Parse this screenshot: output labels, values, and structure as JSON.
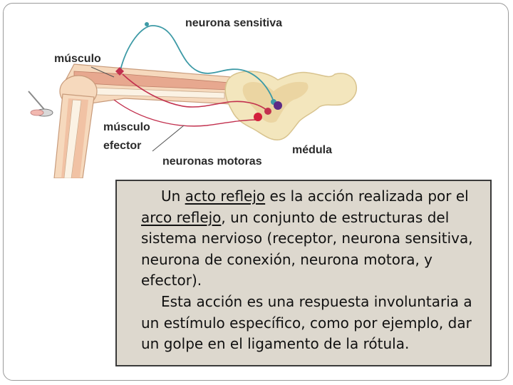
{
  "labels": {
    "sensory_neuron": "neurona sensitiva",
    "muscle": "músculo",
    "effector_muscle_line1": "músculo",
    "effector_muscle_line2": "efector",
    "motor_neurons": "neuronas motoras",
    "spinal_cord": "médula"
  },
  "text": {
    "p1_before": "Un ",
    "p1_term1": "acto reflejo",
    "p1_middle": " es la acción realizada por el ",
    "p1_term2": "arco reflejo",
    "p1_after": ", un conjunto de estructuras del sistema nervioso (receptor, neurona sensitiva, neurona de conexión, neurona motora, y efector).",
    "p2": "Esta acción es una respuesta involuntaria a un estímulo específico, como por ejemplo, dar un golpe en el ligamento de la rótula."
  },
  "colors": {
    "sensory_nerve": "#3d9aa6",
    "motor_nerve": "#c2304e",
    "spinal_cord_fill": "#f3e6bd",
    "leg_fill": "#f6d9bd",
    "textbox_bg": "#ddd8ce"
  }
}
